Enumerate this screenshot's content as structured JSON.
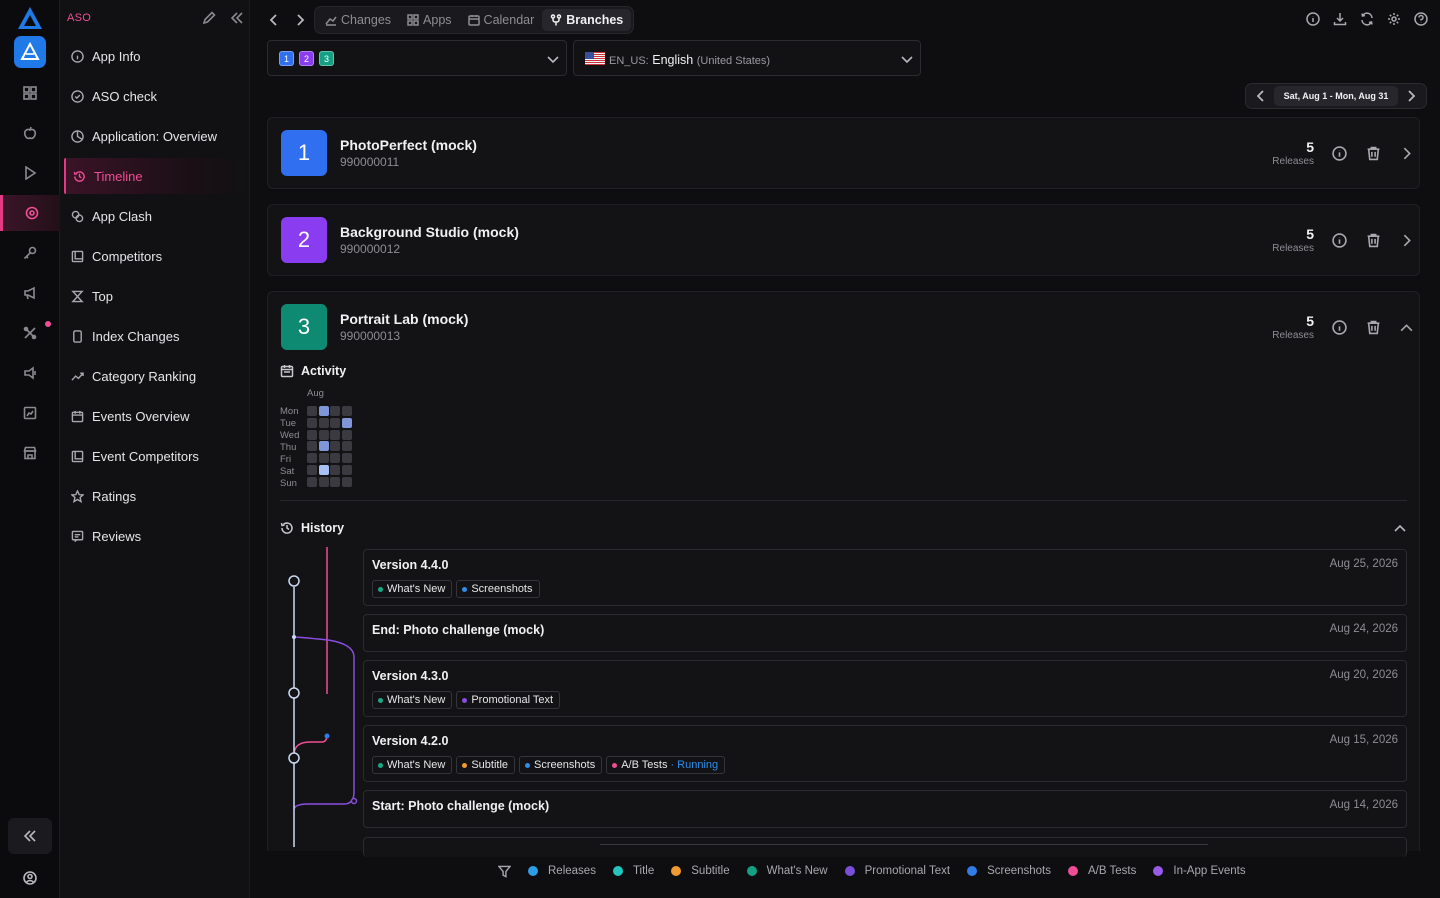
{
  "sidebar": {
    "title": "ASO",
    "items": [
      {
        "label": "App Info",
        "icon": "info-icon"
      },
      {
        "label": "ASO check",
        "icon": "check-circle-icon"
      },
      {
        "label": "Application: Overview",
        "icon": "pie-chart-icon"
      },
      {
        "label": "Timeline",
        "icon": "history-icon",
        "active": true
      },
      {
        "label": "App Clash",
        "icon": "clash-icon"
      },
      {
        "label": "Competitors",
        "icon": "copy-icon"
      },
      {
        "label": "Top",
        "icon": "trophy-icon"
      },
      {
        "label": "Index Changes",
        "icon": "phone-icon"
      },
      {
        "label": "Category Ranking",
        "icon": "trend-up-icon"
      },
      {
        "label": "Events Overview",
        "icon": "calendar-icon"
      },
      {
        "label": "Event Competitors",
        "icon": "copy-icon"
      },
      {
        "label": "Ratings",
        "icon": "star-icon"
      },
      {
        "label": "Reviews",
        "icon": "review-icon"
      }
    ]
  },
  "topbar": {
    "tabs": [
      {
        "label": "Changes",
        "icon": "changes-icon"
      },
      {
        "label": "Apps",
        "icon": "apps-icon"
      },
      {
        "label": "Calendar",
        "icon": "calendar-icon"
      },
      {
        "label": "Branches",
        "icon": "branch-icon",
        "active": true
      }
    ]
  },
  "selectors": {
    "app_chips": [
      {
        "label": "1",
        "color": "#2f6ff0"
      },
      {
        "label": "2",
        "color": "#8a3df0"
      },
      {
        "label": "3",
        "color": "#14a085"
      }
    ],
    "language": {
      "code": "EN_US:",
      "name": "English",
      "region": "(United States)"
    }
  },
  "date_range": {
    "label": "Sat, Aug 1 - Mon, Aug 31"
  },
  "apps": [
    {
      "number": "1",
      "name": "PhotoPerfect (mock)",
      "id": "990000011",
      "releases": "5",
      "releases_label": "Releases",
      "color": "#2f6ff0"
    },
    {
      "number": "2",
      "name": "Background Studio (mock)",
      "id": "990000012",
      "releases": "5",
      "releases_label": "Releases",
      "color": "#8a3df0"
    },
    {
      "number": "3",
      "name": "Portrait Lab (mock)",
      "id": "990000013",
      "releases": "5",
      "releases_label": "Releases",
      "color": "#0f8a72"
    }
  ],
  "activity": {
    "title": "Activity",
    "month": "Aug",
    "days": [
      "Mon",
      "Tue",
      "Wed",
      "Thu",
      "Fri",
      "Sat",
      "Sun"
    ],
    "grid": [
      [
        0,
        0,
        0,
        0,
        0,
        0,
        0
      ],
      [
        2,
        0,
        0,
        2,
        0,
        3,
        0
      ],
      [
        0,
        0,
        0,
        0,
        0,
        0,
        0
      ],
      [
        0,
        2,
        0,
        0,
        0,
        0,
        0
      ]
    ]
  },
  "history": {
    "title": "History",
    "events": [
      {
        "title": "Version 4.4.0",
        "date": "Aug 25, 2026",
        "tags": [
          {
            "label": "What's New",
            "color": "#1aa88a"
          },
          {
            "label": "Screenshots",
            "color": "#2e8de8"
          }
        ]
      },
      {
        "title": "End: Photo challenge (mock)",
        "date": "Aug 24, 2026",
        "tags": []
      },
      {
        "title": "Version 4.3.0",
        "date": "Aug 20, 2026",
        "tags": [
          {
            "label": "What's New",
            "color": "#1aa88a"
          },
          {
            "label": "Promotional Text",
            "color": "#8a4de0"
          }
        ]
      },
      {
        "title": "Version 4.2.0",
        "date": "Aug 15, 2026",
        "tags": [
          {
            "label": "What's New",
            "color": "#1aa88a"
          },
          {
            "label": "Subtitle",
            "color": "#f09a30"
          },
          {
            "label": "Screenshots",
            "color": "#2e8de8"
          },
          {
            "label": "A/B Tests",
            "color": "#ef4d96",
            "status": "Running"
          }
        ]
      },
      {
        "title": "Start: Photo challenge (mock)",
        "date": "Aug 14, 2026",
        "tags": []
      }
    ]
  },
  "legend": [
    {
      "label": "Releases",
      "color": "#2e9de8"
    },
    {
      "label": "Title",
      "color": "#22c5c0"
    },
    {
      "label": "Subtitle",
      "color": "#f09a30"
    },
    {
      "label": "What's New",
      "color": "#14a085"
    },
    {
      "label": "Promotional Text",
      "color": "#7a4fd8"
    },
    {
      "label": "Screenshots",
      "color": "#2e7de8"
    },
    {
      "label": "A/B Tests",
      "color": "#ef4d96"
    },
    {
      "label": "In-App Events",
      "color": "#9a5ae8"
    }
  ]
}
